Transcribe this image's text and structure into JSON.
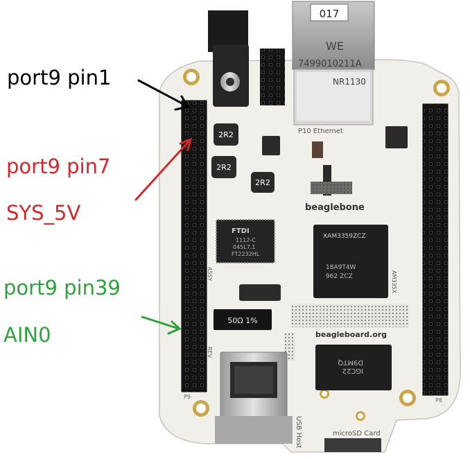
{
  "annotations": {
    "pin1": {
      "text": "port9 pin1",
      "color": "#000000"
    },
    "pin7": {
      "text": "port9 pin7",
      "color": "#d4272a"
    },
    "sys5v": {
      "text": "SYS_5V",
      "color": "#d4272a"
    },
    "pin39": {
      "text": "port9 pin39",
      "color": "#2ea23c"
    },
    "ain0": {
      "text": "AIN0",
      "color": "#2ea23c"
    }
  },
  "board": {
    "ethernet_label": "017",
    "jack_brand": "WE",
    "jack_part": "7499010211A",
    "jack_code": "NR1130",
    "ethernet_silk": "P10  Ethernet",
    "brand_top": "beaglebone",
    "brand_bottom": "beagleboard.org",
    "ftdi_logo": "FTDI",
    "ftdi_line1": "1112-C",
    "ftdi_line2": "045L7.1",
    "ftdi_line3": "FT2232HL",
    "cpu_line1": "XAM3359ZCZ",
    "cpu_line2": "18A9T4W",
    "cpu_line3": "962  ZCZ",
    "sdram_line1": "IGC22",
    "sdram_line2": "D9MTQ",
    "inductor1": "2R2",
    "inductor2": "2R2",
    "inductor3": "2R2",
    "resistor": "50Ω 1%",
    "silk_usb": "USB Host",
    "silk_microsd": "microSD Card",
    "silk_assy": "ASSY",
    "silk_rev": "REV",
    "silk_p9": "P9",
    "silk_p8": "P8",
    "silk_am335x": "AM335X"
  }
}
